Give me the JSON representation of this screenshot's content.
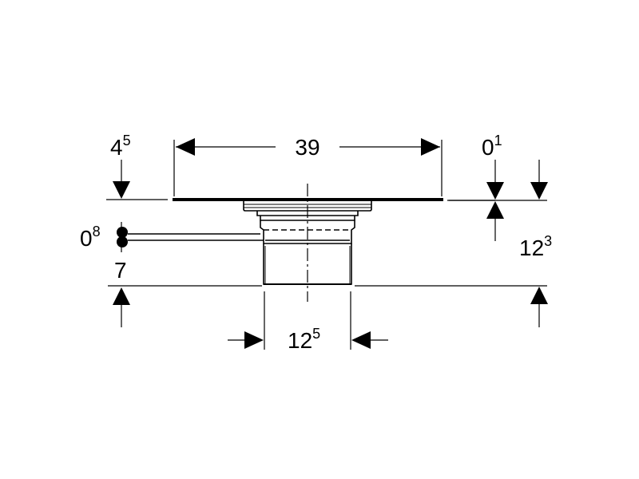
{
  "dimensions": {
    "top_width": {
      "main": "39",
      "sup": ""
    },
    "left_top_thickness": {
      "main": "4",
      "sup": "5"
    },
    "right_top_thickness": {
      "main": "0",
      "sup": "1"
    },
    "left_gap": {
      "main": "0",
      "sup": "8"
    },
    "left_height": {
      "main": "7",
      "sup": ""
    },
    "right_height": {
      "main": "12",
      "sup": "3"
    },
    "bottom_width": {
      "main": "12",
      "sup": "5"
    }
  },
  "colors": {
    "line": "#000000",
    "background": "#ffffff"
  }
}
